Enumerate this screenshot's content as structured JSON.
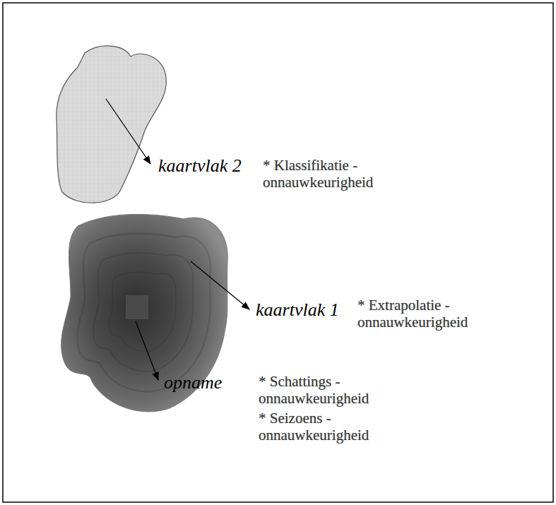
{
  "diagram": {
    "labels": [
      "kaartvlak 2",
      "* Klassifikatie - onnauwkeurigheid",
      "kaartvlak 1",
      "* Extrapolatie - onnauwkeurigheid",
      "opname",
      "* Schattings - onnauwkeurigheid",
      "* Seizoens - onnauwkeurigheid"
    ]
  }
}
